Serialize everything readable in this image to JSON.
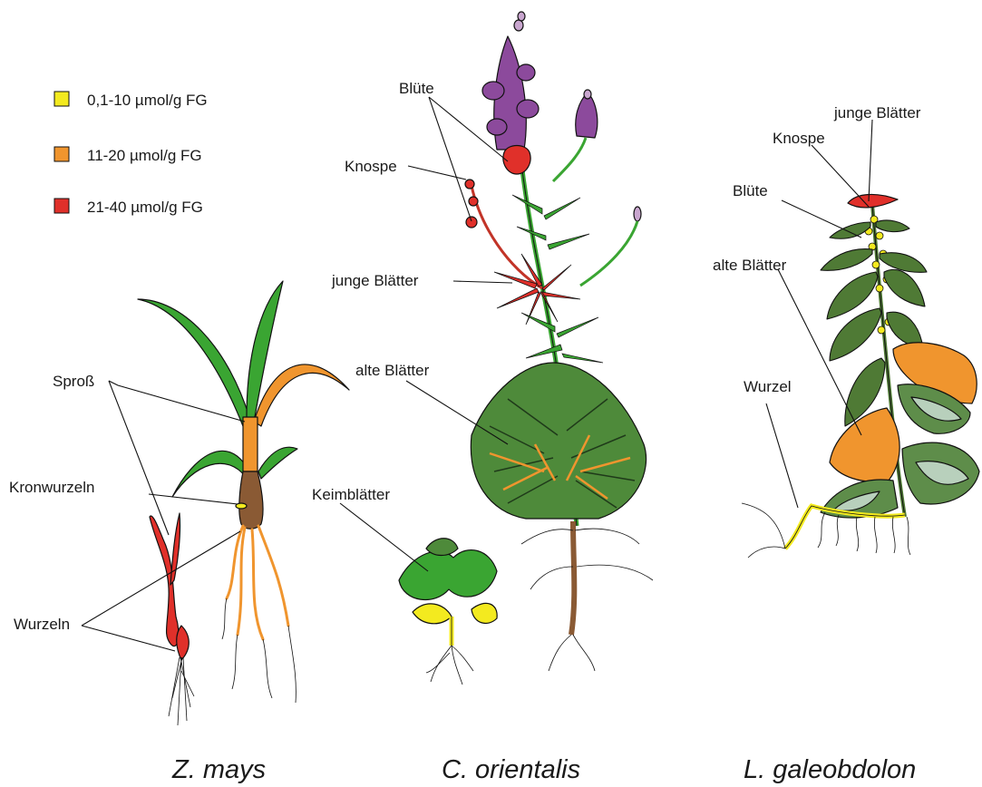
{
  "colors": {
    "level_low": "#f3ea1f",
    "level_mid": "#f0952e",
    "level_high": "#e0302a",
    "leaf_green": "#3aa532",
    "leaf_dark": "#4f7a35",
    "flower_purple": "#8c4a9c",
    "root_brown": "#8a5a34"
  },
  "legend": [
    {
      "label": "0,1-10 µmol/g FG",
      "color": "#f3ea1f"
    },
    {
      "label": "11-20 µmol/g FG",
      "color": "#f0952e"
    },
    {
      "label": "21-40 µmol/g FG",
      "color": "#e0302a"
    }
  ],
  "zmays": {
    "species": "Z. mays",
    "labels": {
      "spross": "Sproß",
      "kronwurzeln": "Kronwurzeln",
      "wurzeln": "Wurzeln"
    }
  },
  "corientalis": {
    "species": "C. orientalis",
    "labels": {
      "bluete": "Blüte",
      "knospe": "Knospe",
      "junge_blaetter": "junge Blätter",
      "alte_blaetter": "alte Blätter",
      "keimblaetter": "Keimblätter"
    }
  },
  "lgaleobdolon": {
    "species": "L. galeobdolon",
    "labels": {
      "junge_blaetter": "junge Blätter",
      "knospe": "Knospe",
      "bluete": "Blüte",
      "alte_blaetter": "alte Blätter",
      "wurzel": "Wurzel"
    }
  }
}
